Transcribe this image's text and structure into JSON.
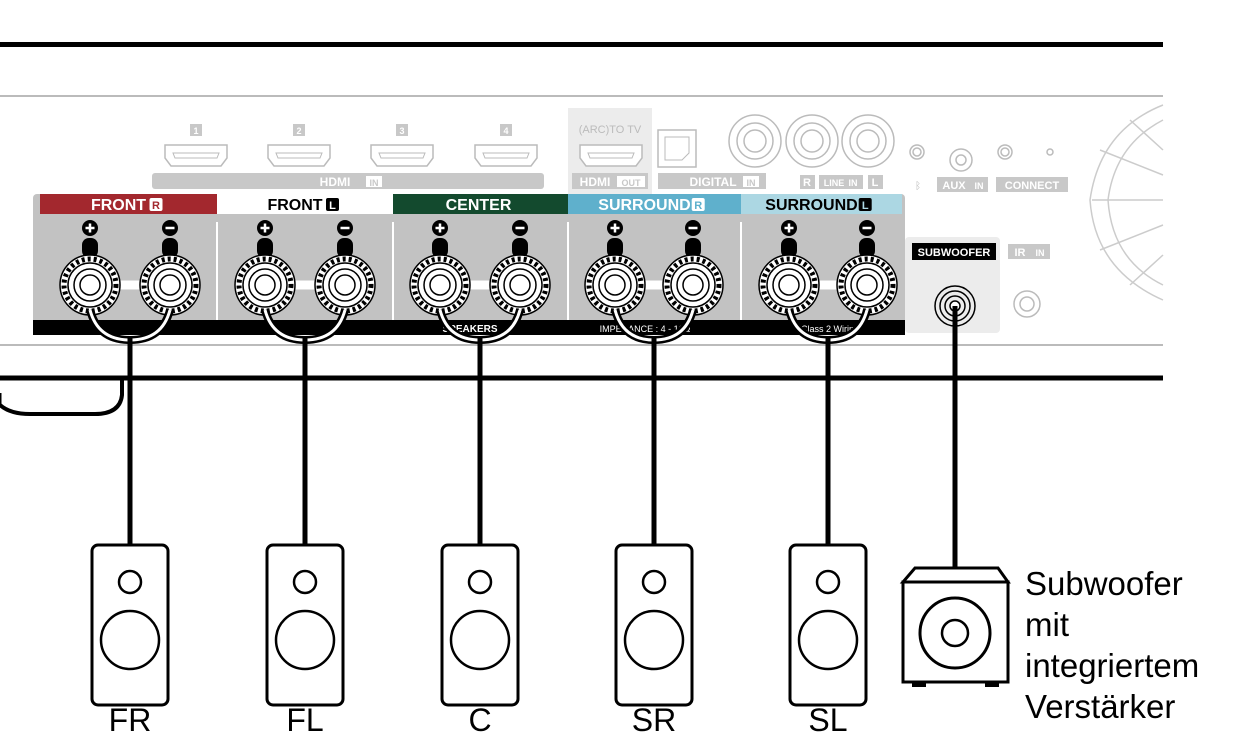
{
  "panel": {
    "hdmi_in_numbers": [
      "1",
      "2",
      "3",
      "4"
    ],
    "hdmi_in_label": "HDMI",
    "hdmi_in_tag": "IN",
    "hdmi_out_top": "(ARC)TO TV",
    "hdmi_out_label": "HDMI",
    "hdmi_out_tag": "OUT",
    "digital_label": "DIGITAL",
    "digital_tag": "IN",
    "line_r": "R",
    "line_label": "LINE",
    "line_tag": "IN",
    "line_l": "L",
    "aux_label": "AUX",
    "aux_tag": "IN",
    "connect_label": "CONNECT",
    "subwoofer_label": "SUBWOOFER",
    "ir_label": "IR",
    "ir_tag": "IN",
    "speaker_bar": {
      "speaker_text": "SPEAKERS",
      "impedance_text": "IMPEDANCE : 4 - 16Ω",
      "class_text": "Class 2 Wiring"
    }
  },
  "channels": [
    {
      "name": "FRONT",
      "tag": "R",
      "color": "#a3282e",
      "text_color": "#ffffff",
      "speaker": "FR"
    },
    {
      "name": "FRONT",
      "tag": "L",
      "color": "#ffffff",
      "text_color": "#000000",
      "speaker": "FL"
    },
    {
      "name": "CENTER",
      "tag": "",
      "color": "#134a2e",
      "text_color": "#ffffff",
      "speaker": "C"
    },
    {
      "name": "SURROUND",
      "tag": "R",
      "color": "#5fb0cc",
      "text_color": "#ffffff",
      "speaker": "SR"
    },
    {
      "name": "SURROUND",
      "tag": "L",
      "color": "#acd7e3",
      "text_color": "#000000",
      "speaker": "SL"
    }
  ],
  "subwoofer": {
    "label_lines": [
      "Subwoofer",
      "mit",
      "integriertem",
      "Verstärker"
    ]
  },
  "colors": {
    "panel_gray": "#c2c2c2",
    "light_gray": "#c8c8c8",
    "bar_black": "#000000"
  }
}
